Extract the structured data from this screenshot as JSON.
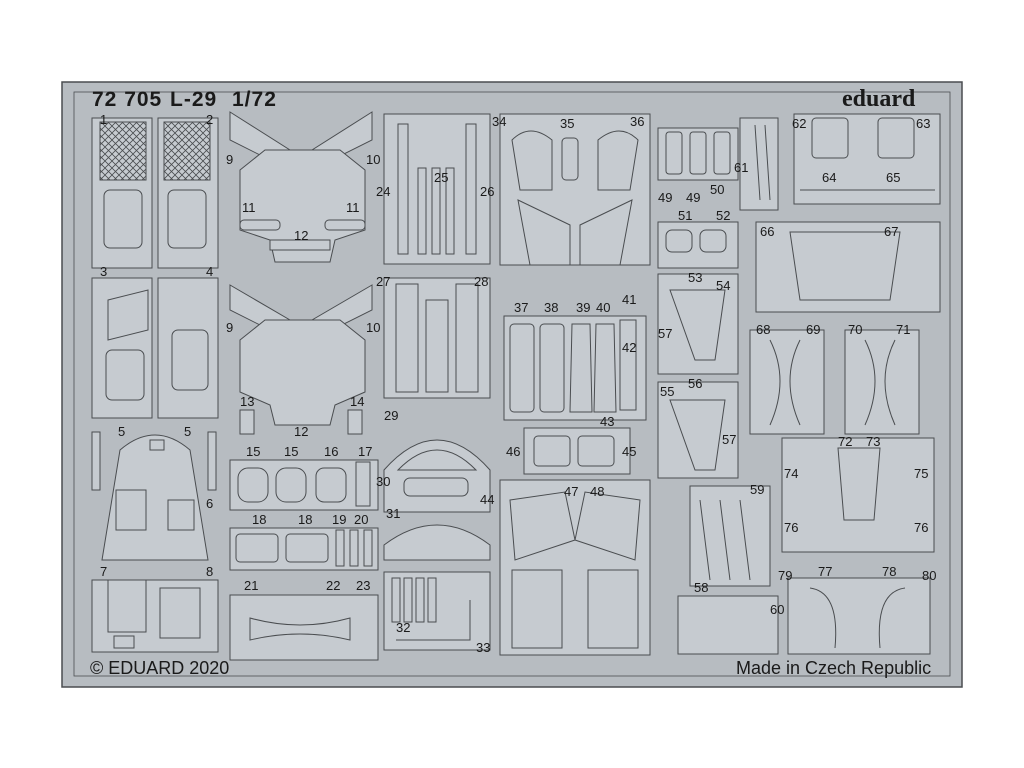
{
  "header": {
    "product_code": "72 705",
    "model": "L-29",
    "scale": "1/72",
    "brand": "eduard"
  },
  "footer": {
    "copyright": "© EDUARD 2020",
    "origin": "Made in Czech Republic"
  },
  "part_numbers": [
    "1",
    "2",
    "3",
    "4",
    "5",
    "5",
    "6",
    "7",
    "8",
    "9",
    "10",
    "9",
    "10",
    "11",
    "11",
    "12",
    "13",
    "14",
    "12",
    "15",
    "15",
    "16",
    "17",
    "18",
    "18",
    "19",
    "20",
    "21",
    "22",
    "23",
    "24",
    "25",
    "26",
    "27",
    "28",
    "29",
    "30",
    "31",
    "32",
    "33",
    "34",
    "35",
    "36",
    "37",
    "38",
    "39",
    "40",
    "41",
    "42",
    "43",
    "44",
    "45",
    "46",
    "47",
    "48",
    "49",
    "49",
    "50",
    "51",
    "52",
    "53",
    "54",
    "55",
    "56",
    "57",
    "57",
    "58",
    "59",
    "60",
    "61",
    "62",
    "63",
    "64",
    "65",
    "66",
    "67",
    "68",
    "69",
    "70",
    "71",
    "72",
    "73",
    "74",
    "75",
    "76",
    "76",
    "77",
    "78",
    "79",
    "80"
  ],
  "colors": {
    "fret": "#b7bcc1",
    "parts": "#c6cbd0",
    "outline": "#4a4d50",
    "text": "#1a1a1a"
  }
}
